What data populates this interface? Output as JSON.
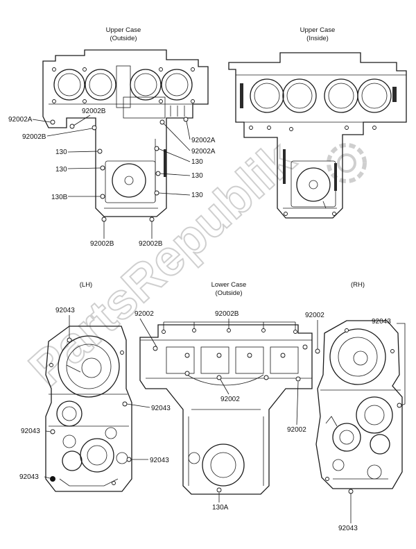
{
  "titles": {
    "upper_outside": [
      "Upper Case",
      "(Outside)"
    ],
    "upper_inside": [
      "Upper Case",
      "(Inside)"
    ],
    "lower_outside": [
      "Lower Case",
      "(Outside)"
    ],
    "lh": "(LH)",
    "rh": "(RH)"
  },
  "callouts": {
    "upper": [
      "92002A",
      "92002B",
      "92002B",
      "130",
      "130",
      "130B",
      "92002B",
      "92002B",
      "92002A",
      "92002A",
      "130",
      "130",
      "130"
    ],
    "lower": [
      "92002",
      "92002B",
      "92002",
      "92002",
      "130A"
    ],
    "lh": [
      "92043",
      "92043",
      "92043",
      "92043",
      "92043"
    ],
    "rh": [
      "92002",
      "92043",
      "92043"
    ]
  },
  "watermark": {
    "text": "PartsRepublik"
  }
}
